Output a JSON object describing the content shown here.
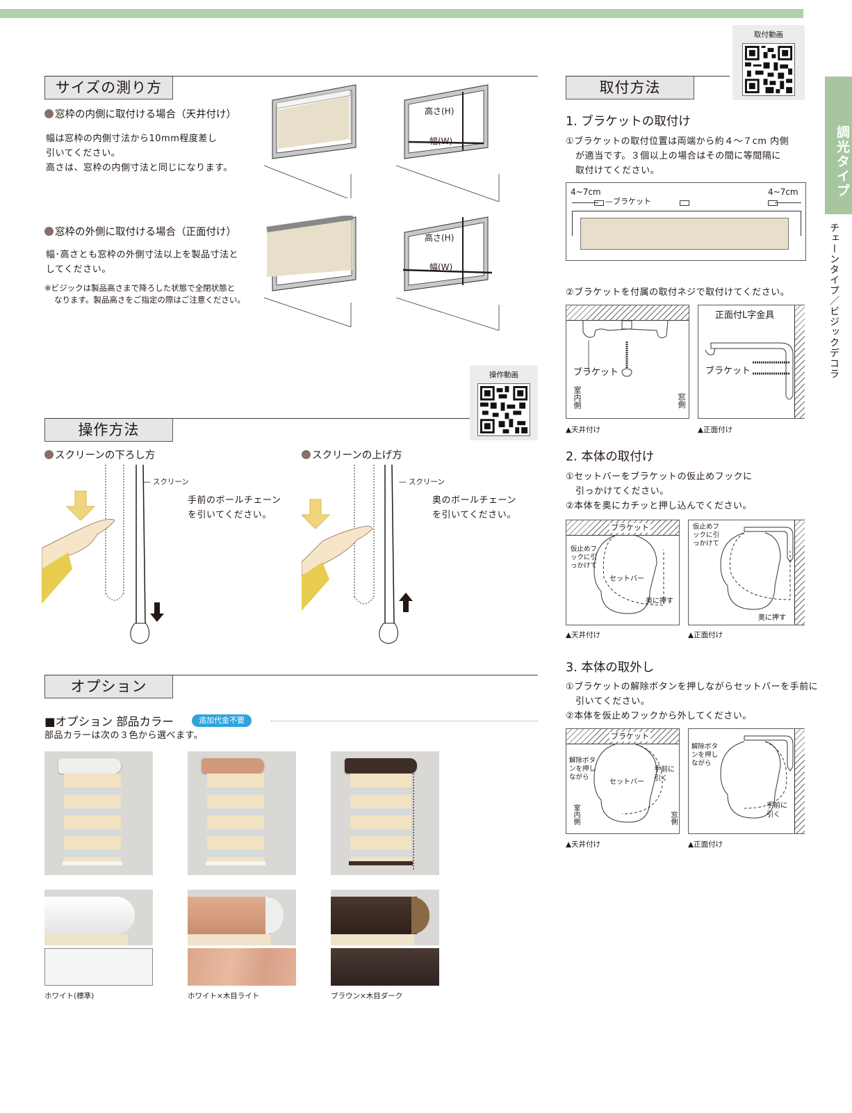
{
  "header": {
    "bar_color": "#b2cfac"
  },
  "side_tab": {
    "label": "調光タイプ",
    "color": "#a7c6a0",
    "subtitle": "チェーンタイプ／ビジックデコラ"
  },
  "qr_codes": {
    "install_video": {
      "label": "取付動画",
      "icon": "qr-code-icon"
    },
    "operation_video": {
      "label": "操作動画",
      "icon": "qr-code-icon"
    }
  },
  "measure": {
    "title": "サイズの測り方",
    "inside": {
      "heading": "窓枠の内側に取付ける場合（天井付け）",
      "lines": [
        "幅は窓枠の内側寸法から10mm程度差し",
        "引いてください。",
        "高さは、窓枠の内側寸法と同じになります。"
      ],
      "label_h": "高さ(H)",
      "label_w": "幅(W)"
    },
    "outside": {
      "heading": "窓枠の外側に取付ける場合（正面付け）",
      "lines": [
        "幅･高さとも窓枠の外側寸法以上を製品寸法と",
        "してください。"
      ],
      "notes": [
        "※ビジックは製品高さまで降ろした状態で全閉状態と",
        "なります。製品高さをご指定の際はご注意ください。"
      ],
      "label_h": "高さ(H)",
      "label_w": "幅(W)"
    }
  },
  "operation": {
    "title": "操作方法",
    "lower": {
      "heading": "スクリーンの下ろし方",
      "screen_label": "スクリーン",
      "lines": [
        "手前のボールチェーン",
        "を引いてください。"
      ]
    },
    "raise": {
      "heading": "スクリーンの上げ方",
      "screen_label": "スクリーン",
      "lines": [
        "奥のボールチェーン",
        "を引いてください。"
      ]
    }
  },
  "install": {
    "title": "取付方法",
    "step1": {
      "heading": "1. ブラケットの取付け",
      "lines": [
        "①ブラケットの取付位置は両端から約４～７cm 内側",
        "が適当です。３個以上の場合はその間に等間隔に",
        "取付けてください。"
      ],
      "diagram": {
        "left_dim": "4~7cm",
        "right_dim": "4~7cm",
        "bracket_label": "ブラケット"
      },
      "line2": "②ブラケットを付属の取付ネジで取付けてください。",
      "ceiling": {
        "bracket_label": "ブラケット",
        "indoor": "室内側",
        "window": "窓側",
        "caption": "▲天井付け"
      },
      "front": {
        "fitting_label": "正面付L字金具",
        "bracket_label": "ブラケット",
        "caption": "▲正面付け"
      }
    },
    "step2": {
      "heading": "2. 本体の取付け",
      "lines": [
        "①セットバーをブラケットの仮止めフックに",
        "引っかけてください。",
        "②本体を奥にカチッと押し込んでください。"
      ],
      "ceiling": {
        "bracket": "ブラケット",
        "hook_note": "仮止めフックに引っかけて",
        "setbar": "セットバー",
        "push": "奥に押す",
        "caption": "▲天井付け"
      },
      "front": {
        "hook_note": "仮止めフックに引っかけて",
        "push": "奥に押す",
        "caption": "▲正面付け"
      }
    },
    "step3": {
      "heading": "3. 本体の取外し",
      "lines": [
        "①ブラケットの解除ボタンを押しながらセットバーを手前に",
        "引いてください。",
        "②本体を仮止めフックから外してください。"
      ],
      "ceiling": {
        "bracket": "ブラケット",
        "release": "解除ボタンを押しながら",
        "setbar": "セットバー",
        "pull": "手前に引く",
        "indoor": "室内側",
        "window": "窓側",
        "caption": "▲天井付け"
      },
      "front": {
        "release": "解除ボタンを押しながら",
        "pull": "手前に引く",
        "caption": "▲正面付け"
      }
    }
  },
  "options": {
    "title": "オプション",
    "subheading": "■オプション 部品カラー",
    "badge": "追加代金不要",
    "badge_color": "#2fa3dc",
    "description": "部品カラーは次の３色から選べます。",
    "colors": [
      {
        "name": "ホワイト(標準)",
        "head": "#eeeeec",
        "swatch": "#f5f5f5"
      },
      {
        "name": "ホワイト×木目ライト",
        "head": "#d19a7a",
        "swatch": "#e0ad93"
      },
      {
        "name": "ブラウン×木目ダーク",
        "head": "#3e2d27",
        "swatch": "#3d2f2b"
      }
    ]
  }
}
